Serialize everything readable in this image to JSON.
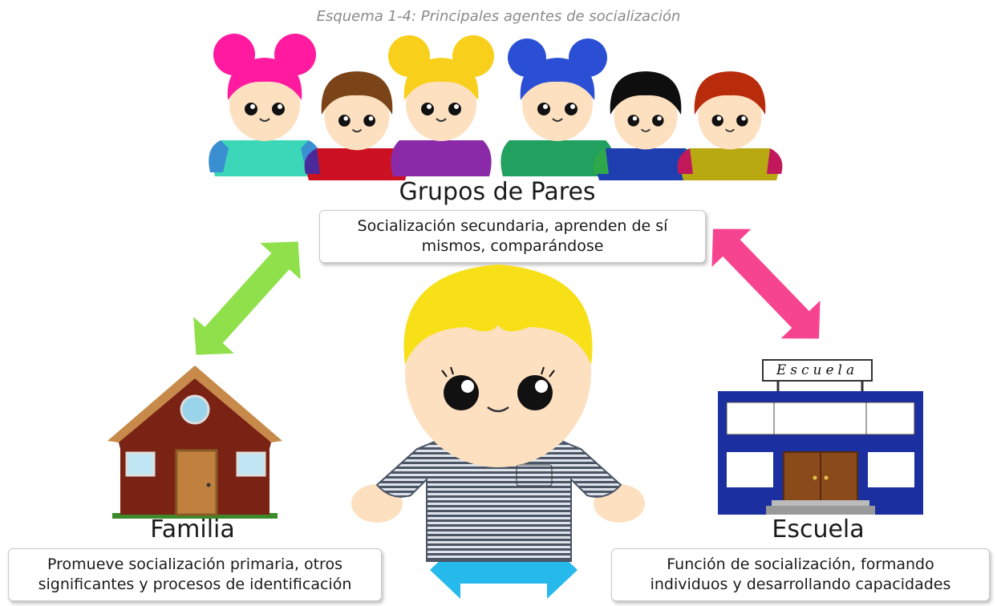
{
  "caption": "Esquema 1-4: Principales agentes de socialización",
  "peers": {
    "title": "Grupos de Pares",
    "description_line1": "Socialización secundaria, aprenden de sí",
    "description_line2": "mismos, comparándose"
  },
  "family": {
    "title": "Familia",
    "description_line1": "Promueve socialización primaria, otros",
    "description_line2": "significantes y procesos de identificación"
  },
  "school": {
    "title": "Escuela",
    "sign": "Escuela",
    "description_line1": "Función de socialización, formando",
    "description_line2": "individuos y desarrollando capacidades"
  },
  "colors": {
    "arrow_family_peers": "#8fe04a",
    "arrow_peers_school": "#f7448f",
    "arrow_family_school": "#25b9ec",
    "house_wall": "#7a2314",
    "school_wall": "#1b2fa0"
  }
}
